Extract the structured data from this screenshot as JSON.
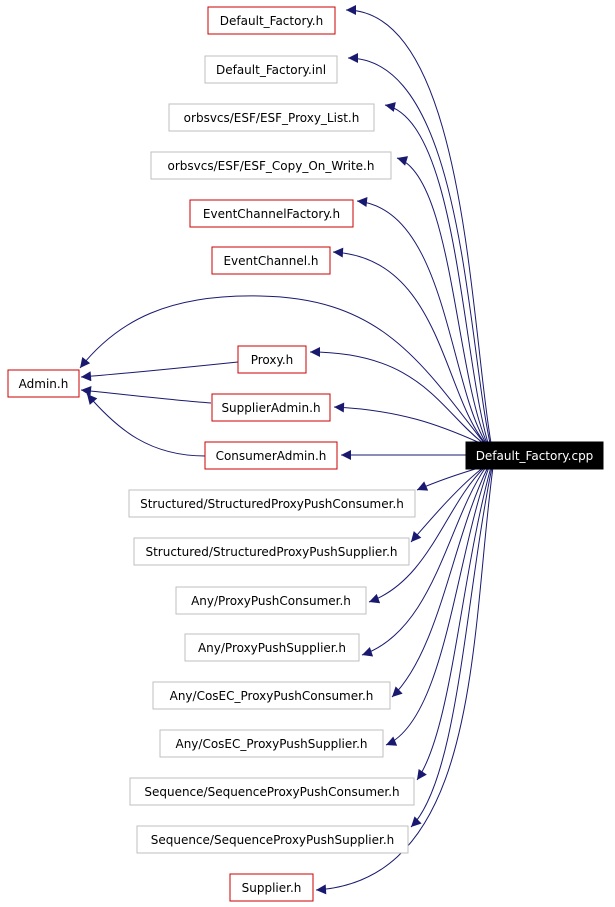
{
  "colors": {
    "edge": "#191970",
    "documented_border": "#cc0000",
    "undocumented_border": "#bfbfbf",
    "focus_fill": "#000000",
    "focus_text": "#ffffff",
    "node_text": "#000000"
  },
  "nodes": {
    "focus": {
      "label": "Default_Factory.cpp",
      "style": "focus"
    },
    "default_factory_h": {
      "label": "Default_Factory.h",
      "style": "documented"
    },
    "default_factory_inl": {
      "label": "Default_Factory.inl",
      "style": "undocumented"
    },
    "esf_proxy_list": {
      "label": "orbsvcs/ESF/ESF_Proxy_List.h",
      "style": "undocumented"
    },
    "esf_copy_on_write": {
      "label": "orbsvcs/ESF/ESF_Copy_On_Write.h",
      "style": "undocumented"
    },
    "event_channel_factory": {
      "label": "EventChannelFactory.h",
      "style": "documented"
    },
    "event_channel": {
      "label": "EventChannel.h",
      "style": "documented"
    },
    "admin": {
      "label": "Admin.h",
      "style": "documented"
    },
    "proxy": {
      "label": "Proxy.h",
      "style": "documented"
    },
    "supplier_admin": {
      "label": "SupplierAdmin.h",
      "style": "documented"
    },
    "consumer_admin": {
      "label": "ConsumerAdmin.h",
      "style": "documented"
    },
    "structured_consumer": {
      "label": "Structured/StructuredProxyPushConsumer.h",
      "style": "undocumented"
    },
    "structured_supplier": {
      "label": "Structured/StructuredProxyPushSupplier.h",
      "style": "undocumented"
    },
    "any_consumer": {
      "label": "Any/ProxyPushConsumer.h",
      "style": "undocumented"
    },
    "any_supplier": {
      "label": "Any/ProxyPushSupplier.h",
      "style": "undocumented"
    },
    "cosec_consumer": {
      "label": "Any/CosEC_ProxyPushConsumer.h",
      "style": "undocumented"
    },
    "cosec_supplier": {
      "label": "Any/CosEC_ProxyPushSupplier.h",
      "style": "undocumented"
    },
    "sequence_consumer": {
      "label": "Sequence/SequenceProxyPushConsumer.h",
      "style": "undocumented"
    },
    "sequence_supplier": {
      "label": "Sequence/SequenceProxyPushSupplier.h",
      "style": "undocumented"
    },
    "supplier": {
      "label": "Supplier.h",
      "style": "documented"
    }
  },
  "edges": [
    {
      "from": "focus",
      "to": "default_factory_h"
    },
    {
      "from": "focus",
      "to": "default_factory_inl"
    },
    {
      "from": "focus",
      "to": "esf_proxy_list"
    },
    {
      "from": "focus",
      "to": "esf_copy_on_write"
    },
    {
      "from": "focus",
      "to": "event_channel_factory"
    },
    {
      "from": "focus",
      "to": "event_channel"
    },
    {
      "from": "focus",
      "to": "admin"
    },
    {
      "from": "focus",
      "to": "proxy"
    },
    {
      "from": "focus",
      "to": "supplier_admin"
    },
    {
      "from": "focus",
      "to": "consumer_admin"
    },
    {
      "from": "focus",
      "to": "structured_consumer"
    },
    {
      "from": "focus",
      "to": "structured_supplier"
    },
    {
      "from": "focus",
      "to": "any_consumer"
    },
    {
      "from": "focus",
      "to": "any_supplier"
    },
    {
      "from": "focus",
      "to": "cosec_consumer"
    },
    {
      "from": "focus",
      "to": "cosec_supplier"
    },
    {
      "from": "focus",
      "to": "sequence_consumer"
    },
    {
      "from": "focus",
      "to": "sequence_supplier"
    },
    {
      "from": "focus",
      "to": "supplier"
    },
    {
      "from": "proxy",
      "to": "admin"
    },
    {
      "from": "supplier_admin",
      "to": "admin"
    },
    {
      "from": "consumer_admin",
      "to": "admin"
    }
  ]
}
